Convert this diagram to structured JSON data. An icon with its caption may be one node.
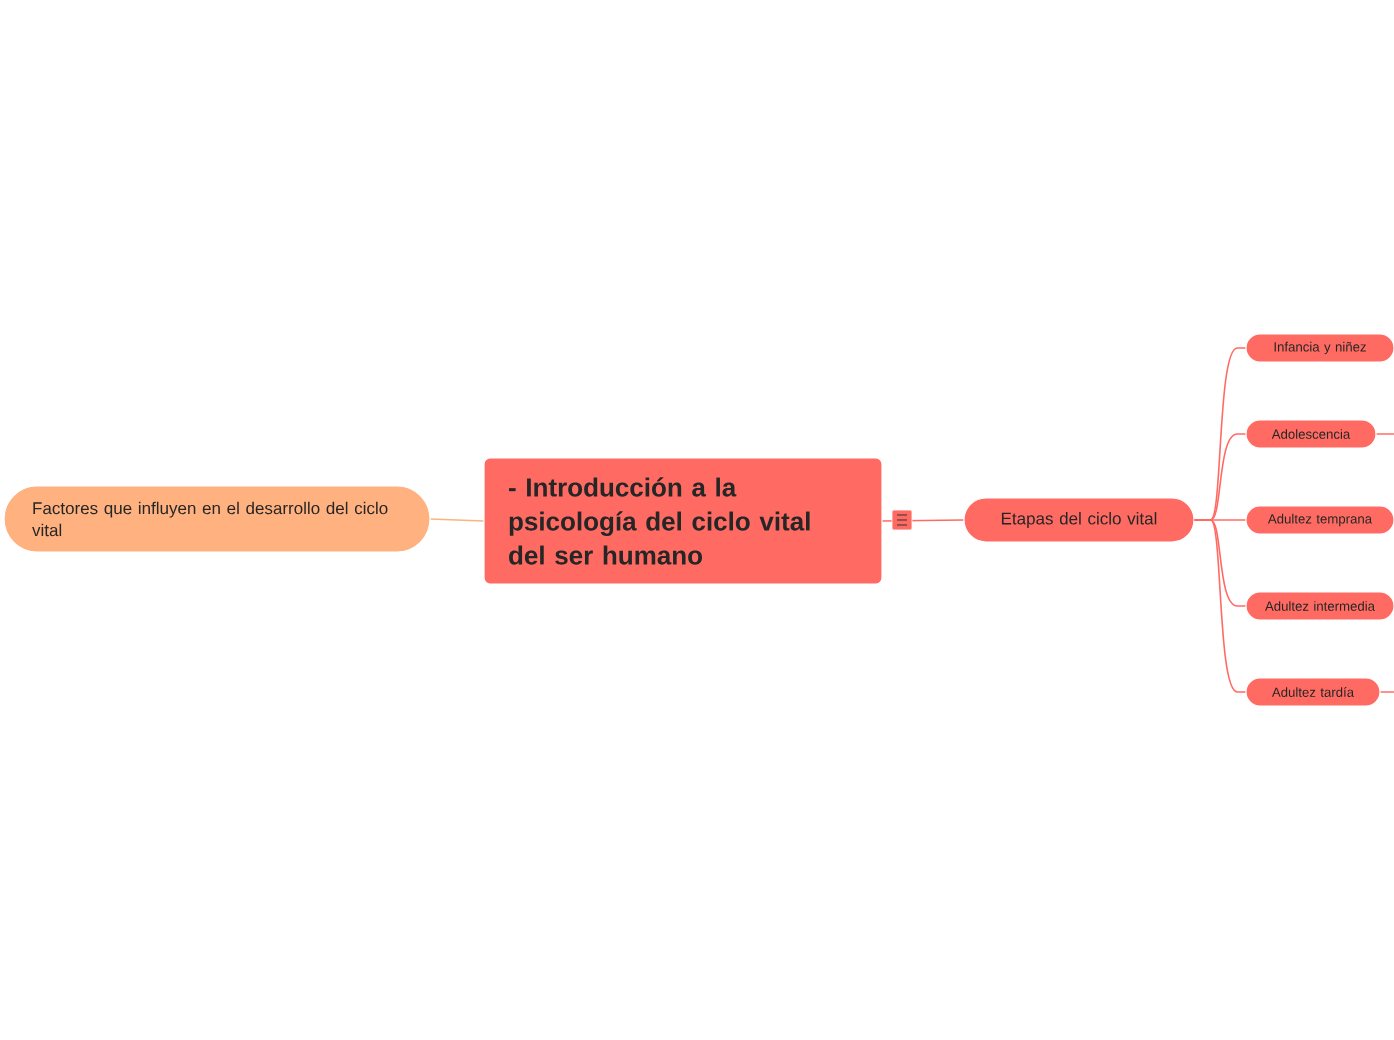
{
  "diagram": {
    "nodes": [
      {
        "text": [
          "- Introducción a la psicología del ciclo vital del ser humano"
        ]
      },
      {
        "text": [
          "Factores que influyen en el desarrollo del ciclo vital"
        ]
      },
      {
        "text": [
          "Etapas del ciclo vital"
        ]
      },
      {
        "text": [
          "Infancia y niñez"
        ]
      },
      {
        "text": [
          "Adolescencia"
        ]
      },
      {
        "text": [
          "Adultez temprana"
        ]
      },
      {
        "text": [
          "Adultez intermedia"
        ]
      },
      {
        "text": [
          "Adultez tardía"
        ]
      }
    ],
    "edges": [
      {
        "from": 0,
        "to": 1,
        "arrow": "none"
      },
      {
        "from": 0,
        "to": 2,
        "arrow": "none"
      },
      {
        "from": 2,
        "to": 3,
        "arrow": "none"
      },
      {
        "from": 2,
        "to": 4,
        "arrow": "none"
      },
      {
        "from": 2,
        "to": 5,
        "arrow": "none"
      },
      {
        "from": 2,
        "to": 6,
        "arrow": "none"
      },
      {
        "from": 2,
        "to": 7,
        "arrow": "none"
      },
      {
        "from": 4,
        "to": null,
        "arrow": "none"
      },
      {
        "from": 7,
        "to": null,
        "arrow": "none"
      }
    ]
  }
}
